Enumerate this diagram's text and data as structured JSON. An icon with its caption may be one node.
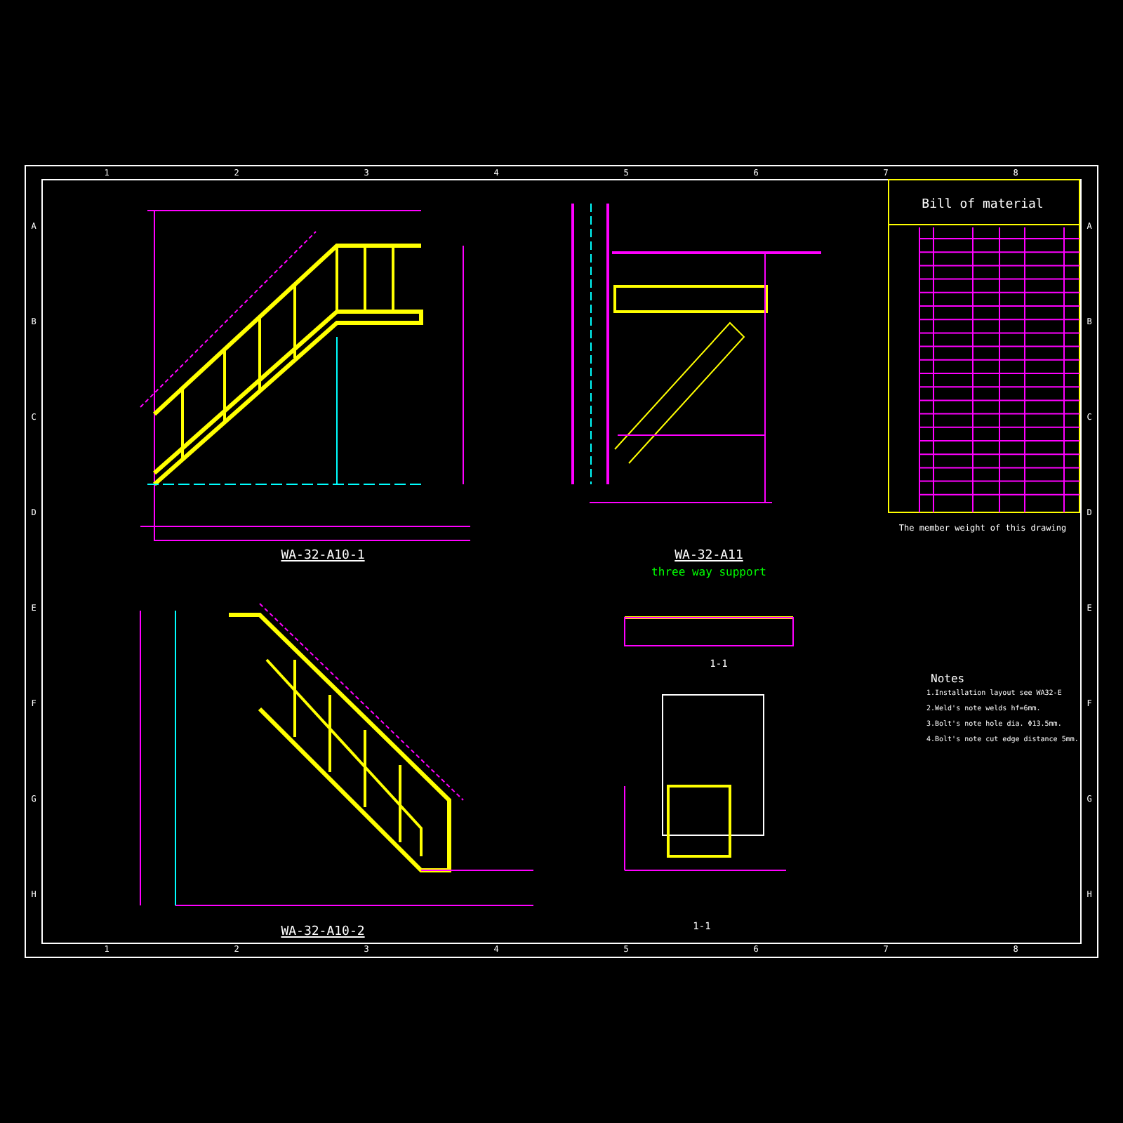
{
  "diagram": {
    "labels": [
      "WA-32-A10-1",
      "WA-32-A11",
      "three way support",
      "WA-32-A10-2",
      "Bill of material",
      "The member weight of this drawing",
      "Notes",
      "1.Installation layout see WA32-E",
      "2.Weld's note welds hf=6mm.",
      "3.Bolt's note hole dia. Φ13.5mm.",
      "4.Bolt's note cut  edge distance 5mm.",
      "1-1",
      "1-1",
      "1",
      "2",
      "3",
      "4",
      "5",
      "6",
      "7",
      "8",
      "1",
      "2",
      "3",
      "4",
      "5",
      "6",
      "7",
      "8",
      "A",
      "B",
      "C",
      "D",
      "E",
      "F",
      "G",
      "H",
      "A",
      "B",
      "C",
      "D",
      "E",
      "F",
      "G",
      "H"
    ]
  }
}
